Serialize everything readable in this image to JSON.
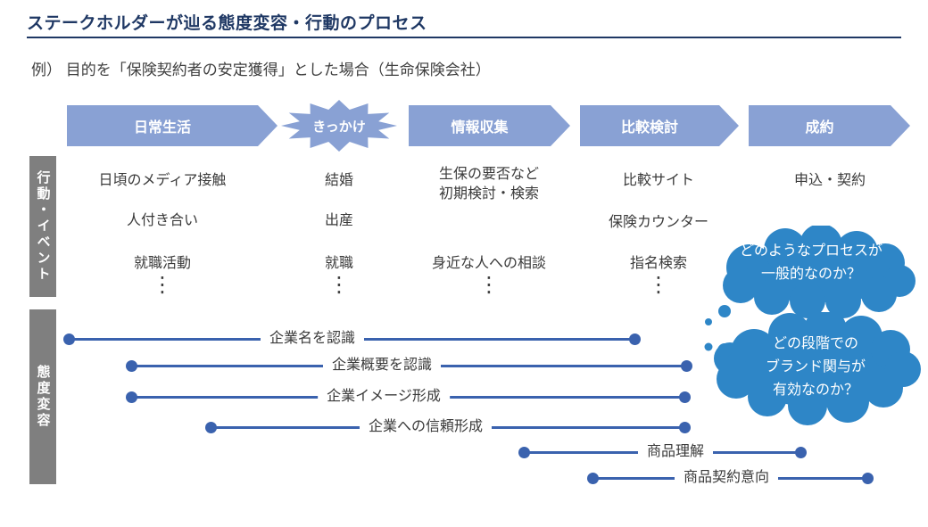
{
  "title": "ステークホルダーが辿る態度変容・行動のプロセス",
  "subtitle": "例） 目的を「保険契約者の安定獲得」とした場合（生命保険会社）",
  "colors": {
    "title_navy": "#1f3864",
    "stage_blue": "#89a1d4",
    "line_blue": "#3a62ae",
    "bubble_blue": "#2e86c7",
    "side_gray": "#7f7f7f"
  },
  "stages": [
    {
      "label": "日常生活",
      "shape": "arrow"
    },
    {
      "label": "きっかけ",
      "shape": "burst"
    },
    {
      "label": "情報収集",
      "shape": "arrow"
    },
    {
      "label": "比較検討",
      "shape": "arrow"
    },
    {
      "label": "成約",
      "shape": "arrow"
    }
  ],
  "sections": [
    {
      "label": "行動・イベント"
    },
    {
      "label": "態度変容"
    }
  ],
  "behavior_columns": [
    {
      "stage": "日常生活",
      "items": [
        "日頃のメディア接触",
        "人付き合い",
        "就職活動",
        "⋮"
      ]
    },
    {
      "stage": "きっかけ",
      "items": [
        "結婚",
        "出産",
        "就職",
        "⋮"
      ]
    },
    {
      "stage": "情報収集",
      "items": [
        "生保の要否など",
        "初期検討・検索",
        "身近な人への相談",
        "⋮"
      ]
    },
    {
      "stage": "比較検討",
      "items": [
        "比較サイト",
        "保険カウンター",
        "指名検索",
        "⋮"
      ]
    },
    {
      "stage": "成約",
      "items": [
        "申込・契約"
      ]
    }
  ],
  "attitude_lines": [
    {
      "label": "企業名を認識"
    },
    {
      "label": "企業概要を認識"
    },
    {
      "label": "企業イメージ形成"
    },
    {
      "label": "企業への信頼形成"
    },
    {
      "label": "商品理解"
    },
    {
      "label": "商品契約意向"
    }
  ],
  "bubbles": [
    {
      "lines": [
        "どのようなプロセスが",
        "一般的なのか？"
      ]
    },
    {
      "lines": [
        "どの段階での",
        "ブランド関与が",
        "有効なのか？"
      ]
    }
  ]
}
